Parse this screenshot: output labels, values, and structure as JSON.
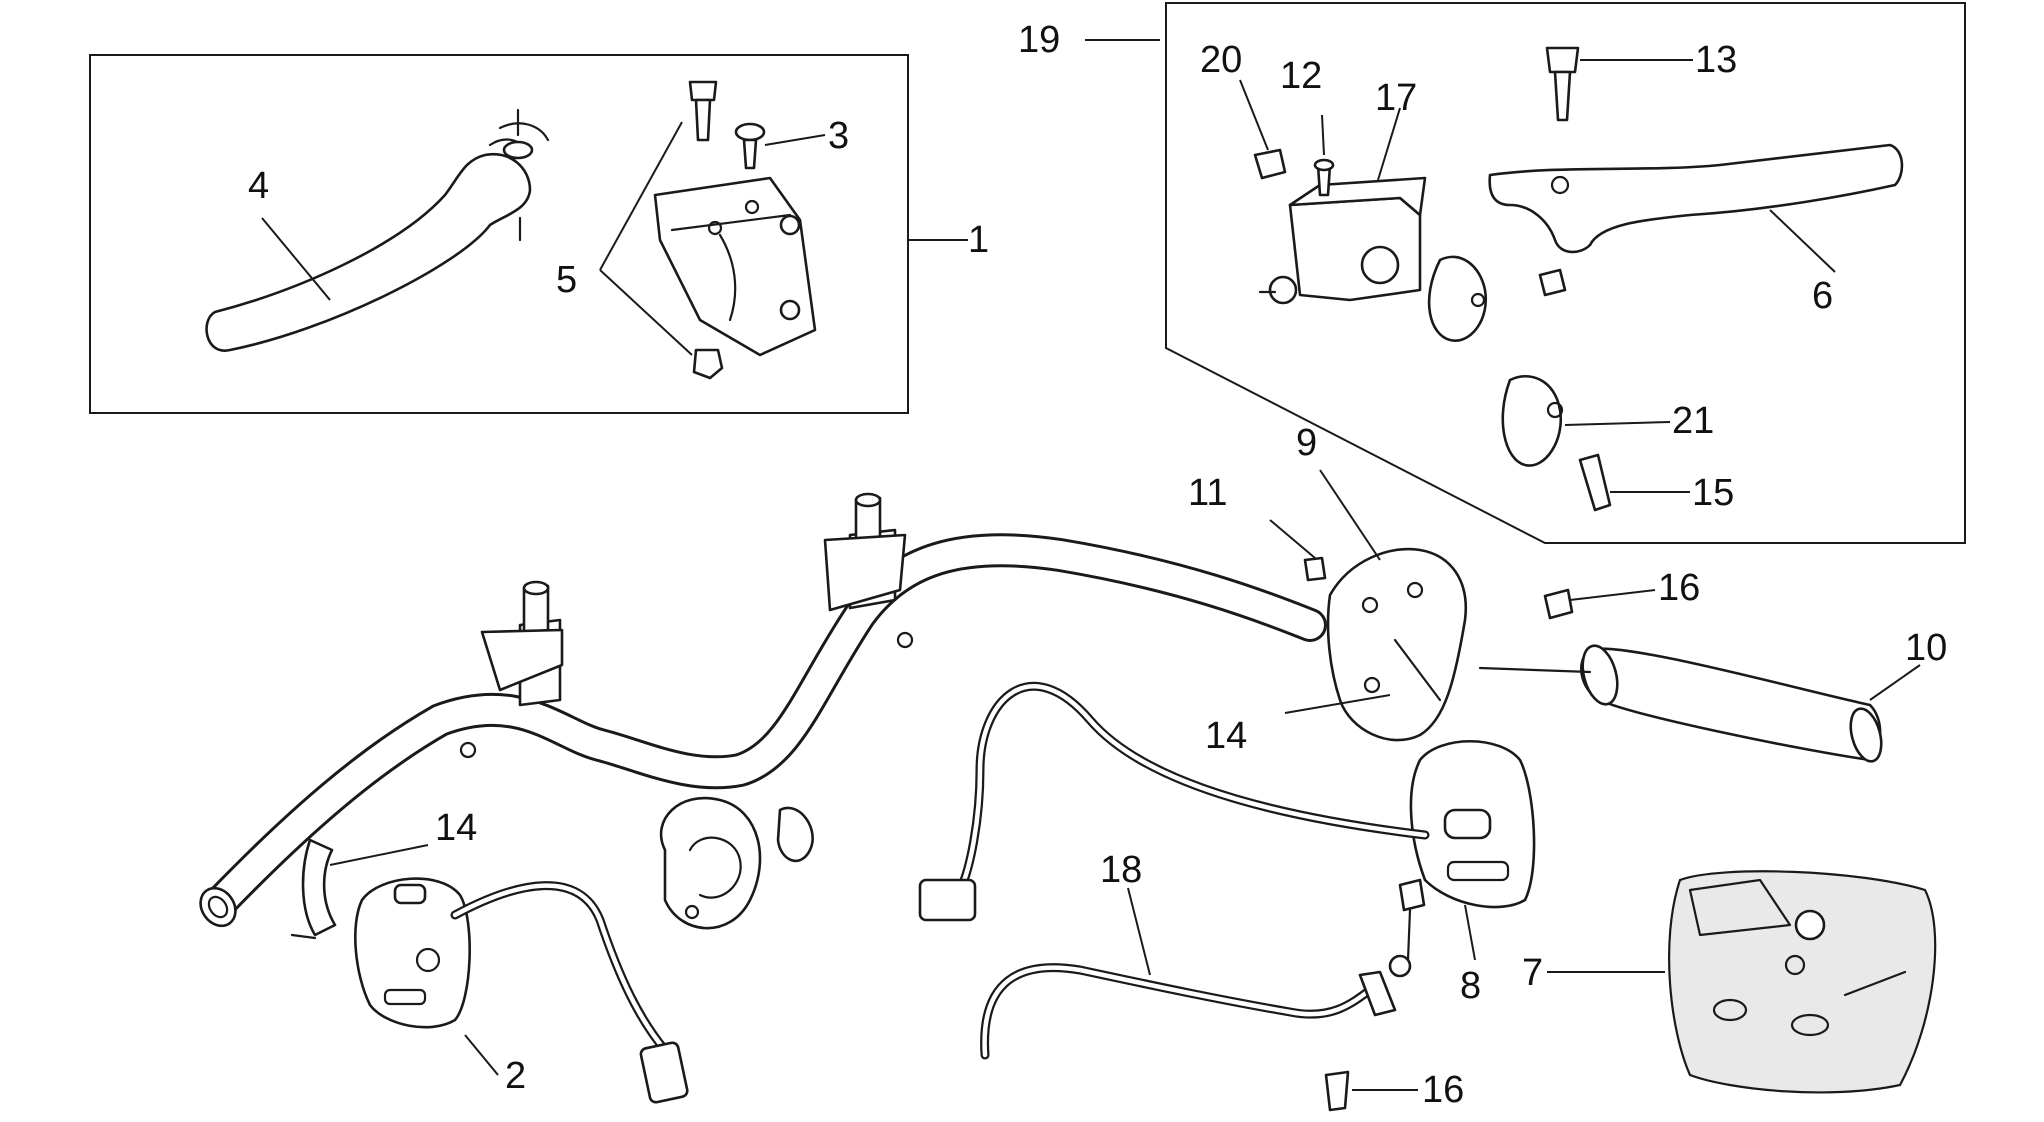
{
  "diagram": {
    "callouts": [
      {
        "id": "c1",
        "label": "1"
      },
      {
        "id": "c2",
        "label": "2"
      },
      {
        "id": "c3",
        "label": "3"
      },
      {
        "id": "c4",
        "label": "4"
      },
      {
        "id": "c5",
        "label": "5"
      },
      {
        "id": "c6",
        "label": "6"
      },
      {
        "id": "c7",
        "label": "7"
      },
      {
        "id": "c8",
        "label": "8"
      },
      {
        "id": "c9",
        "label": "9"
      },
      {
        "id": "c10",
        "label": "10"
      },
      {
        "id": "c11",
        "label": "11"
      },
      {
        "id": "c12",
        "label": "12"
      },
      {
        "id": "c13",
        "label": "13"
      },
      {
        "id": "c14a",
        "label": "14"
      },
      {
        "id": "c14b",
        "label": "14"
      },
      {
        "id": "c15",
        "label": "15"
      },
      {
        "id": "c16a",
        "label": "16"
      },
      {
        "id": "c16b",
        "label": "16"
      },
      {
        "id": "c17",
        "label": "17"
      },
      {
        "id": "c18",
        "label": "18"
      },
      {
        "id": "c19",
        "label": "19"
      },
      {
        "id": "c20",
        "label": "20"
      },
      {
        "id": "c21",
        "label": "21"
      }
    ]
  }
}
